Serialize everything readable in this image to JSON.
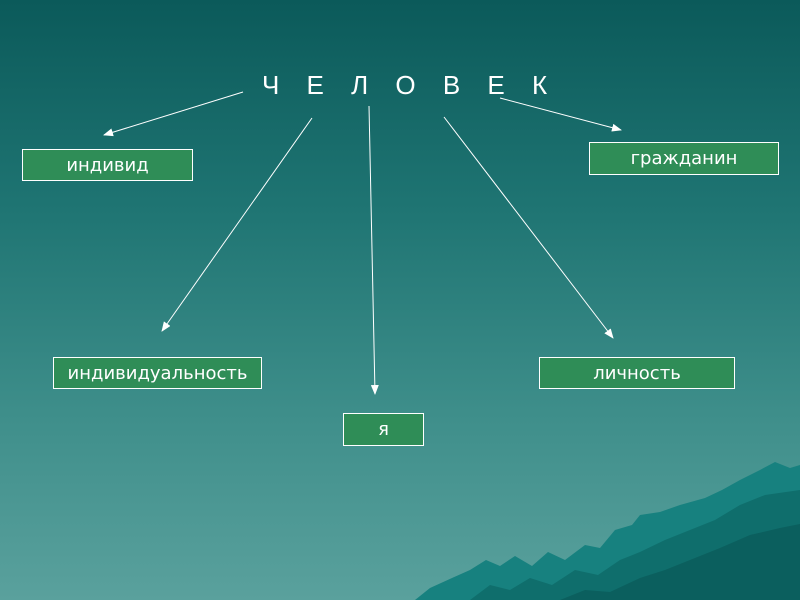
{
  "title": "Ч Е Л О В Е К",
  "boxes": {
    "individ": "индивид",
    "grazhdanin": "гражданин",
    "individualnost": "индивидуальность",
    "lichnost": "личность",
    "ya": "я"
  },
  "colors": {
    "box_fill": "#2f8d57",
    "box_border": "#ffffff",
    "text": "#ffffff",
    "arrow": "#ffffff"
  }
}
